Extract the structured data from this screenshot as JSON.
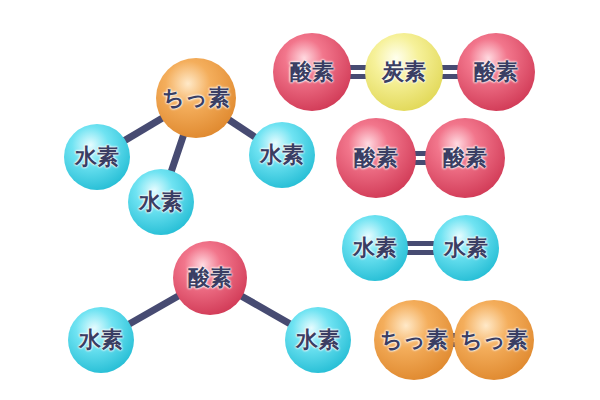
{
  "diagram": {
    "nodes": [
      {
        "text": [
          "酸素"
        ]
      },
      {
        "text": [
          "炭素"
        ]
      },
      {
        "text": [
          "酸素"
        ]
      },
      {
        "text": [
          "ちっ素"
        ]
      },
      {
        "text": [
          "水素"
        ]
      },
      {
        "text": [
          "水素"
        ]
      },
      {
        "text": [
          "水素"
        ]
      },
      {
        "text": [
          "酸素"
        ]
      },
      {
        "text": [
          "酸素"
        ]
      },
      {
        "text": [
          "水素"
        ]
      },
      {
        "text": [
          "水素"
        ]
      },
      {
        "text": [
          "酸素"
        ]
      },
      {
        "text": [
          "水素"
        ]
      },
      {
        "text": [
          "水素"
        ]
      },
      {
        "text": [
          "ちっ素"
        ]
      },
      {
        "text": [
          "ちっ素"
        ]
      }
    ],
    "edges": [
      {
        "from": 0,
        "to": 1,
        "arrow": "none"
      },
      {
        "from": 1,
        "to": 2,
        "arrow": "none"
      },
      {
        "from": 3,
        "to": 4,
        "arrow": "none"
      },
      {
        "from": 3,
        "to": 5,
        "arrow": "none"
      },
      {
        "from": 3,
        "to": 6,
        "arrow": "none"
      },
      {
        "from": 7,
        "to": 8,
        "arrow": "none"
      },
      {
        "from": 9,
        "to": 10,
        "arrow": "none"
      },
      {
        "from": 11,
        "to": 12,
        "arrow": "none"
      },
      {
        "from": 11,
        "to": 13,
        "arrow": "none"
      },
      {
        "from": 14,
        "to": 15,
        "arrow": "none"
      }
    ]
  }
}
